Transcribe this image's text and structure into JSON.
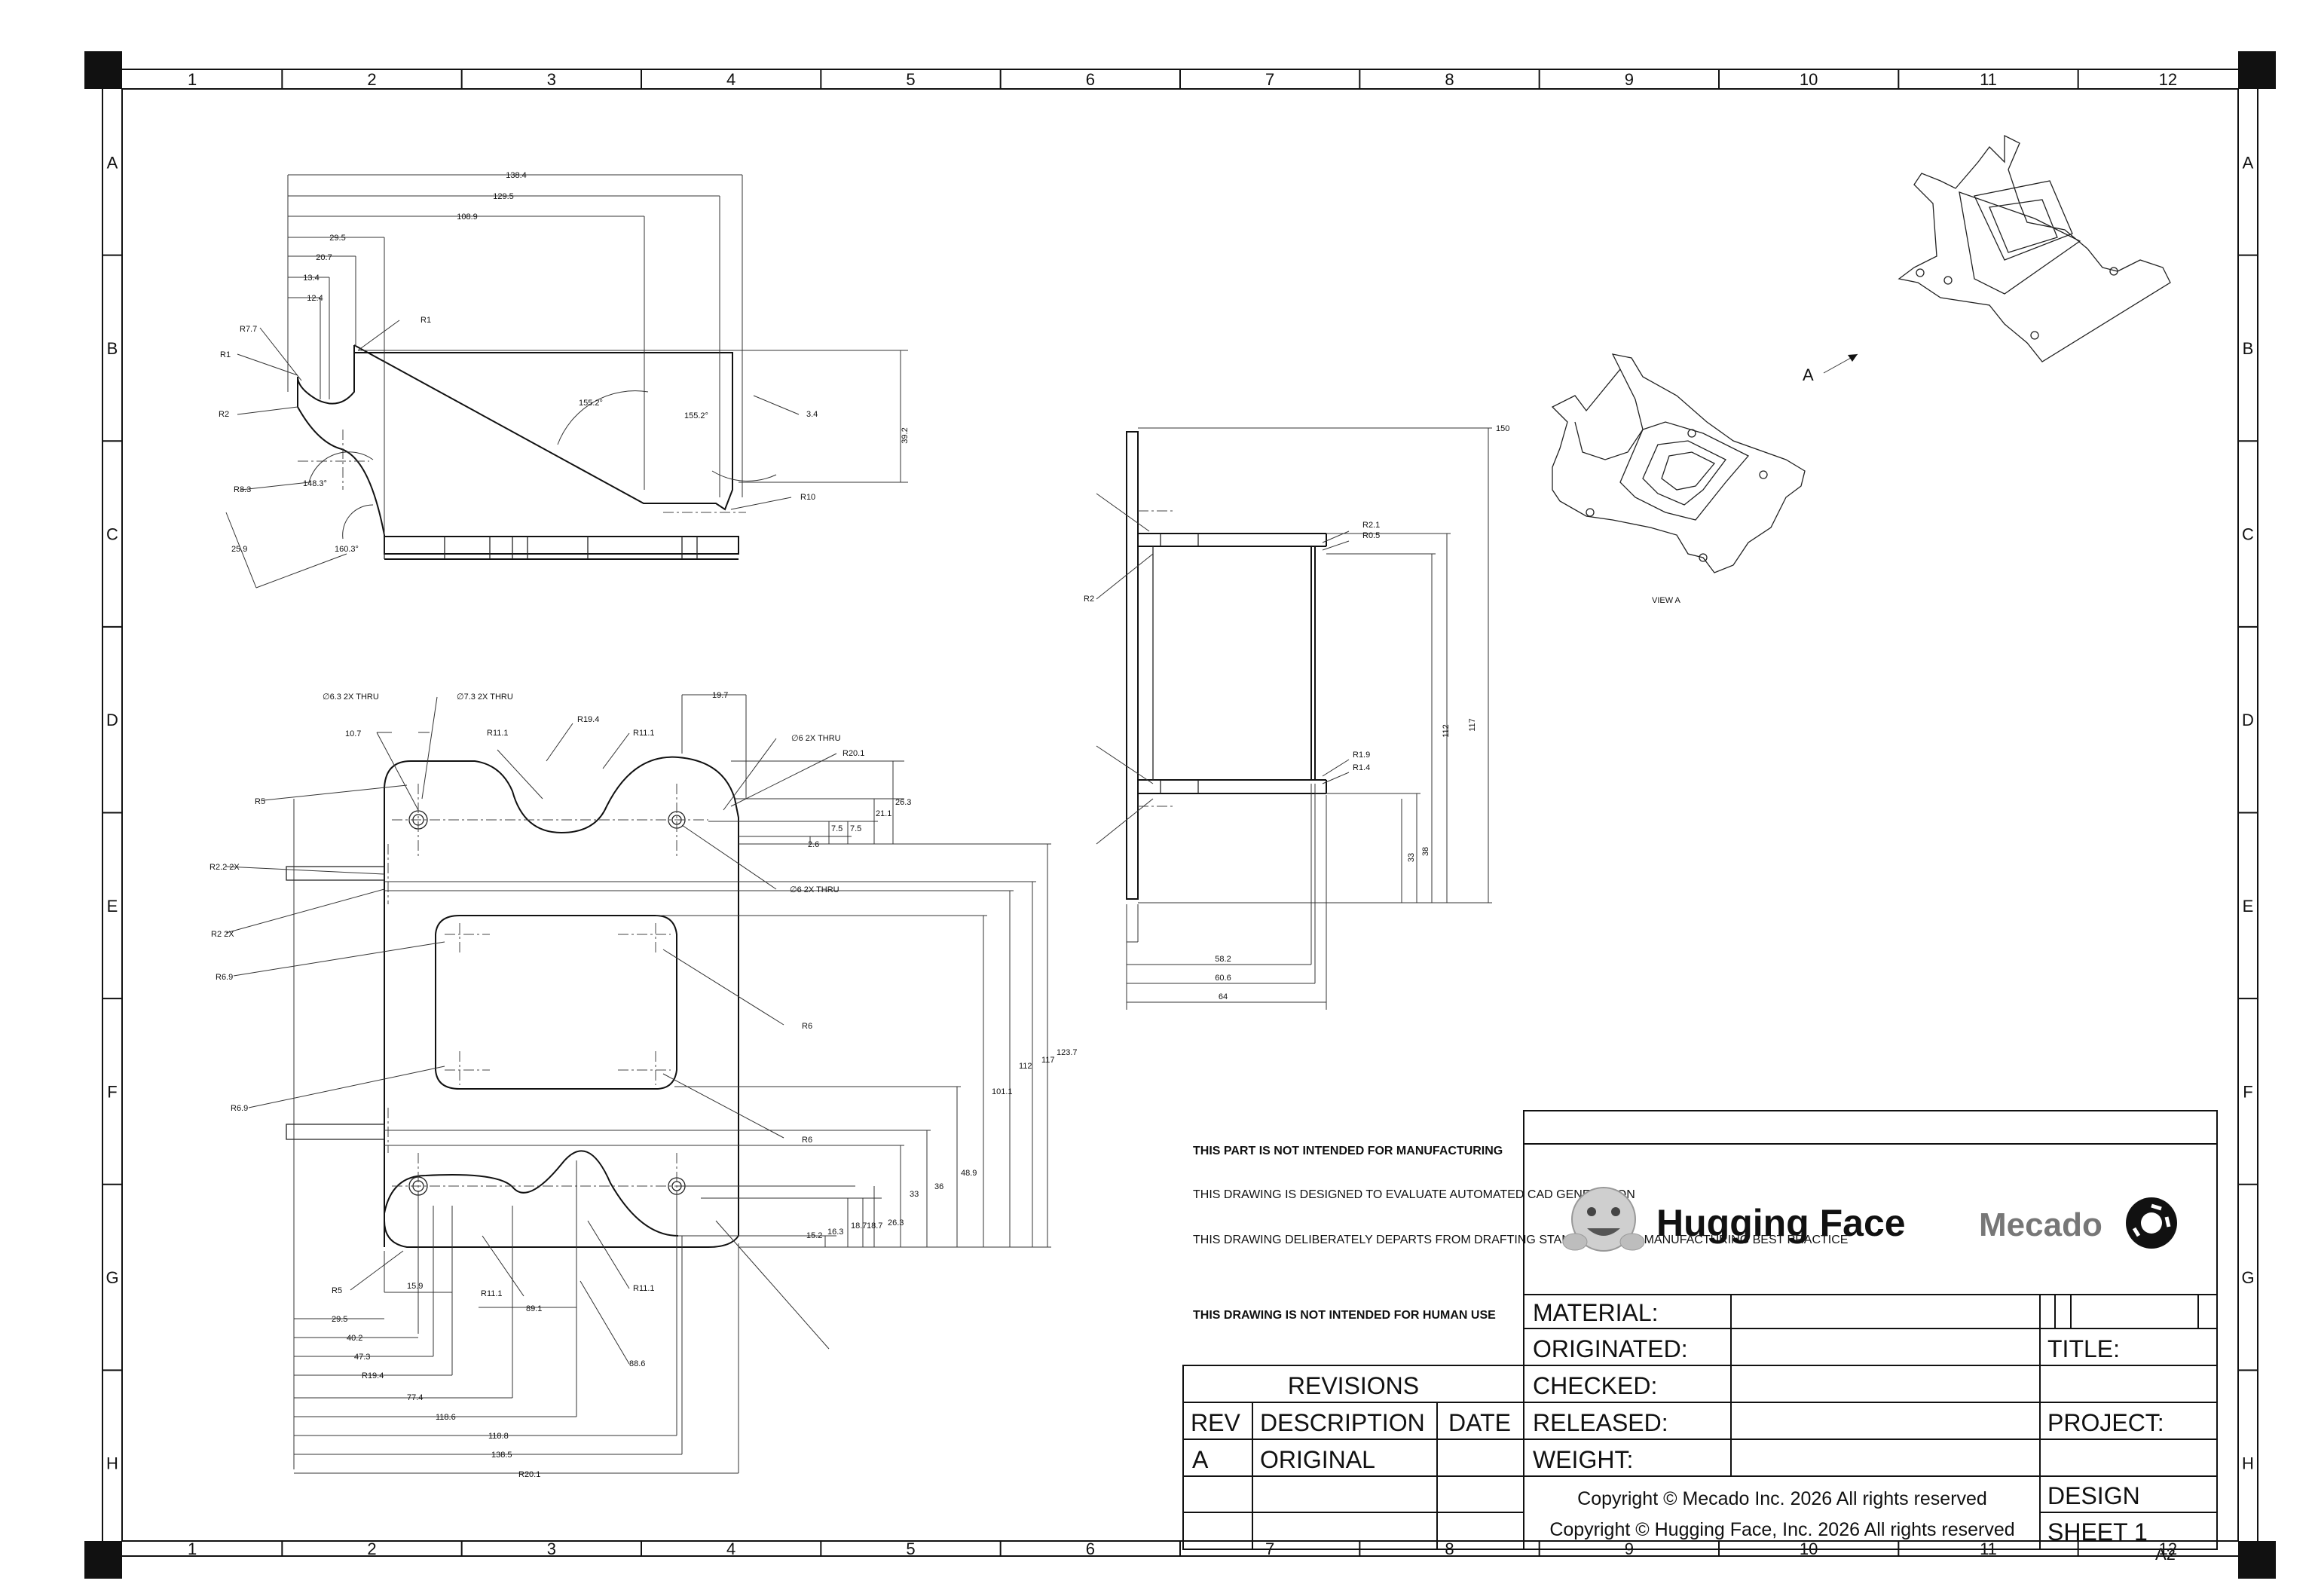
{
  "grid": {
    "columns": [
      "1",
      "2",
      "3",
      "4",
      "5",
      "6",
      "7",
      "8",
      "9",
      "10",
      "11",
      "12"
    ],
    "rows": [
      "A",
      "B",
      "C",
      "D",
      "E",
      "F",
      "G",
      "H"
    ]
  },
  "top_view": {
    "dims": [
      "138.4",
      "129.5",
      "108.9",
      "29.5",
      "20.7",
      "13.4",
      "12.4",
      "R1",
      "R7.7",
      "R1",
      "R2",
      "R8.3",
      "148.3°",
      "25.9",
      "160.3°",
      "155.2°",
      "155.2°",
      "3.4",
      "39.2",
      "R10"
    ]
  },
  "bottom_view": {
    "dims": [
      "∅6.3  2X THRU",
      "∅7.3  2X THRU",
      "10.7",
      "R11.1",
      "R19.4",
      "R11.1",
      "19.7",
      "∅6  2X THRU",
      "R20.1",
      "R5",
      "26.3",
      "21.1",
      "7.5",
      "7.5",
      "2.6",
      "R2.2  2X",
      "∅6  2X THRU",
      "R2  2X",
      "R6.9",
      "R6",
      "R6.9",
      "R6",
      "123.7",
      "117",
      "112",
      "101.1",
      "48.9",
      "36",
      "33",
      "26.3",
      "18.7",
      "18.7",
      "16.3",
      "15.2",
      "R5",
      "15.9",
      "R11.1",
      "89.1",
      "R11.1",
      "29.5",
      "40.2",
      "47.3",
      "R19.4",
      "77.4",
      "88.6",
      "118.6",
      "118.8",
      "138.5",
      "R20.1"
    ]
  },
  "side_view": {
    "dims": [
      "150",
      "R2.1",
      "R0.5",
      "R2",
      "117",
      "112",
      "R1.9",
      "R1.4",
      "38",
      "33",
      "58.2",
      "60.6",
      "64"
    ]
  },
  "iso": {
    "label": "A",
    "caption": "VIEW A"
  },
  "notes": {
    "n1": "THIS PART IS NOT INTENDED FOR MANUFACTURING",
    "n2": "THIS DRAWING IS DESIGNED TO EVALUATE AUTOMATED CAD GENERATION",
    "n3": "THIS DRAWING DELIBERATELY DEPARTS FROM DRAFTING STANDARDS AND MANUFACTURING BEST PRACTICE",
    "n4": "THIS DRAWING IS NOT INTENDED FOR HUMAN USE"
  },
  "title_block": {
    "hf_logo": "Hugging Face",
    "mecado_logo": "Mecado",
    "material": "MATERIAL:",
    "originated": "ORIGINATED:",
    "checked": "CHECKED:",
    "released": "RELEASED:",
    "weight": "WEIGHT:",
    "title": "TITLE:",
    "project": "PROJECT:",
    "design": "DESIGN",
    "sheet": "SHEET 1",
    "size": "A2",
    "copyright1": "Copyright © Mecado Inc. 2026 All rights reserved",
    "copyright2": "Copyright © Hugging Face, Inc. 2026 All rights reserved"
  },
  "revisions": {
    "heading": "REVISIONS",
    "headers": [
      "REV",
      "DESCRIPTION",
      "DATE"
    ],
    "rows": [
      [
        "A",
        "ORIGINAL",
        ""
      ]
    ]
  }
}
